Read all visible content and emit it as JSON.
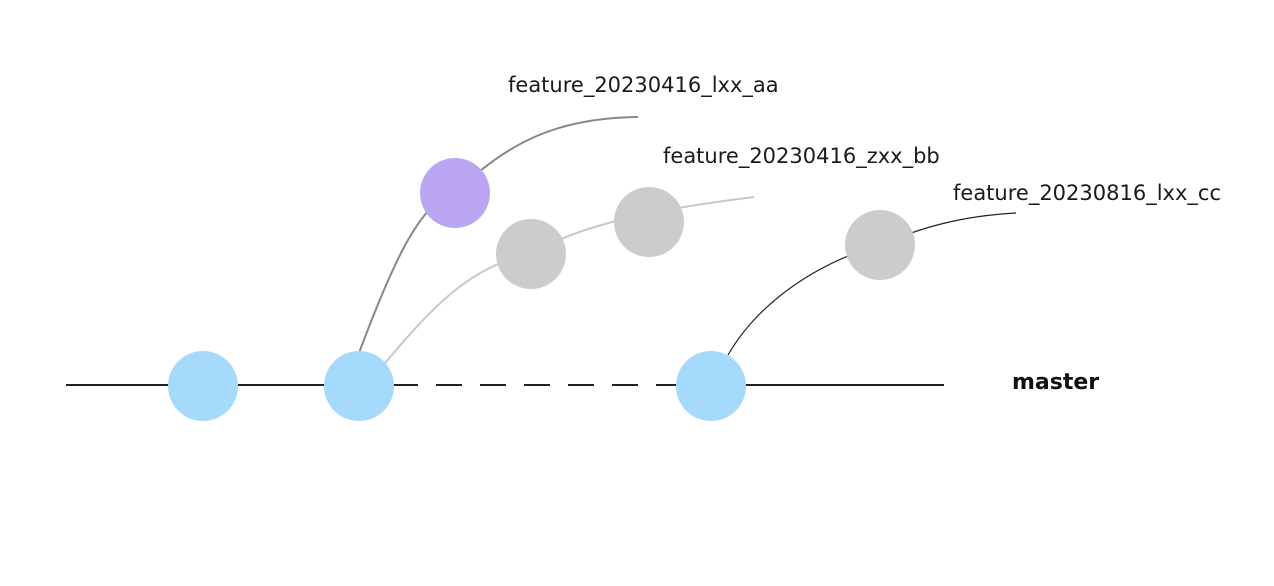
{
  "branches": {
    "master": {
      "label": "master"
    },
    "feature_aa": {
      "label": "feature_20230416_lxx_aa"
    },
    "feature_bb": {
      "label": "feature_20230416_zxx_bb"
    },
    "feature_cc": {
      "label": "feature_20230816_lxx_cc"
    }
  },
  "colors": {
    "master_commit": "#a6dafc",
    "feature_aa_commit": "#baa6f2",
    "feature_gray_commit": "#cccccc",
    "master_line": "#222222",
    "feature_aa_line": "#888888",
    "feature_bb_line": "#c8c8c8",
    "feature_cc_line": "#222222"
  }
}
